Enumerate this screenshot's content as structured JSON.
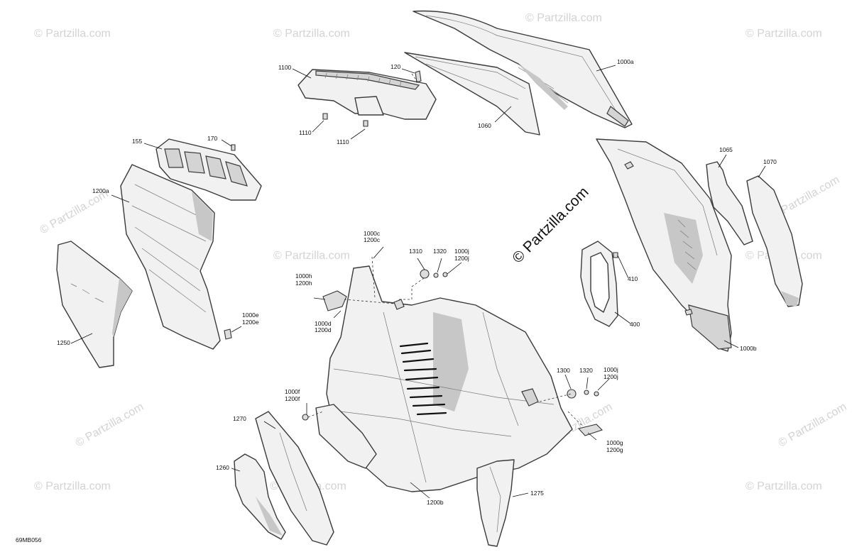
{
  "diagram": {
    "drawing_code": "69MB056",
    "watermark_main": "© Partzilla.com",
    "watermark_faint": "© Partzilla.com",
    "callouts": {
      "c1000a": "1000a",
      "c1060": "1060",
      "c1100": "1100",
      "c120": "120",
      "c1110a": "1110",
      "c1110b": "1110",
      "c155": "155",
      "c170": "170",
      "c1200a": "1200a",
      "c1250": "1250",
      "c1000e": "1000e",
      "c1200e": "1200e",
      "c1065": "1065",
      "c1070": "1070",
      "c1000b": "1000b",
      "c410": "410",
      "c400": "400",
      "c1000c": "1000c",
      "c1200c": "1200c",
      "c1310": "1310",
      "c1320a": "1320",
      "c1000j_a": "1000j",
      "c1200j_a": "1200j",
      "c1000h": "1000h",
      "c1200h": "1200h",
      "c1000d": "1000d",
      "c1200d": "1200d",
      "c1300": "1300",
      "c1320b": "1320",
      "c1000j_b": "1000j",
      "c1200j_b": "1200j",
      "c1000f": "1000f",
      "c1200f": "1200f",
      "c1270": "1270",
      "c1260": "1260",
      "c1000g": "1000g",
      "c1200g": "1200g",
      "c1275": "1275",
      "c1200b": "1200b"
    }
  }
}
